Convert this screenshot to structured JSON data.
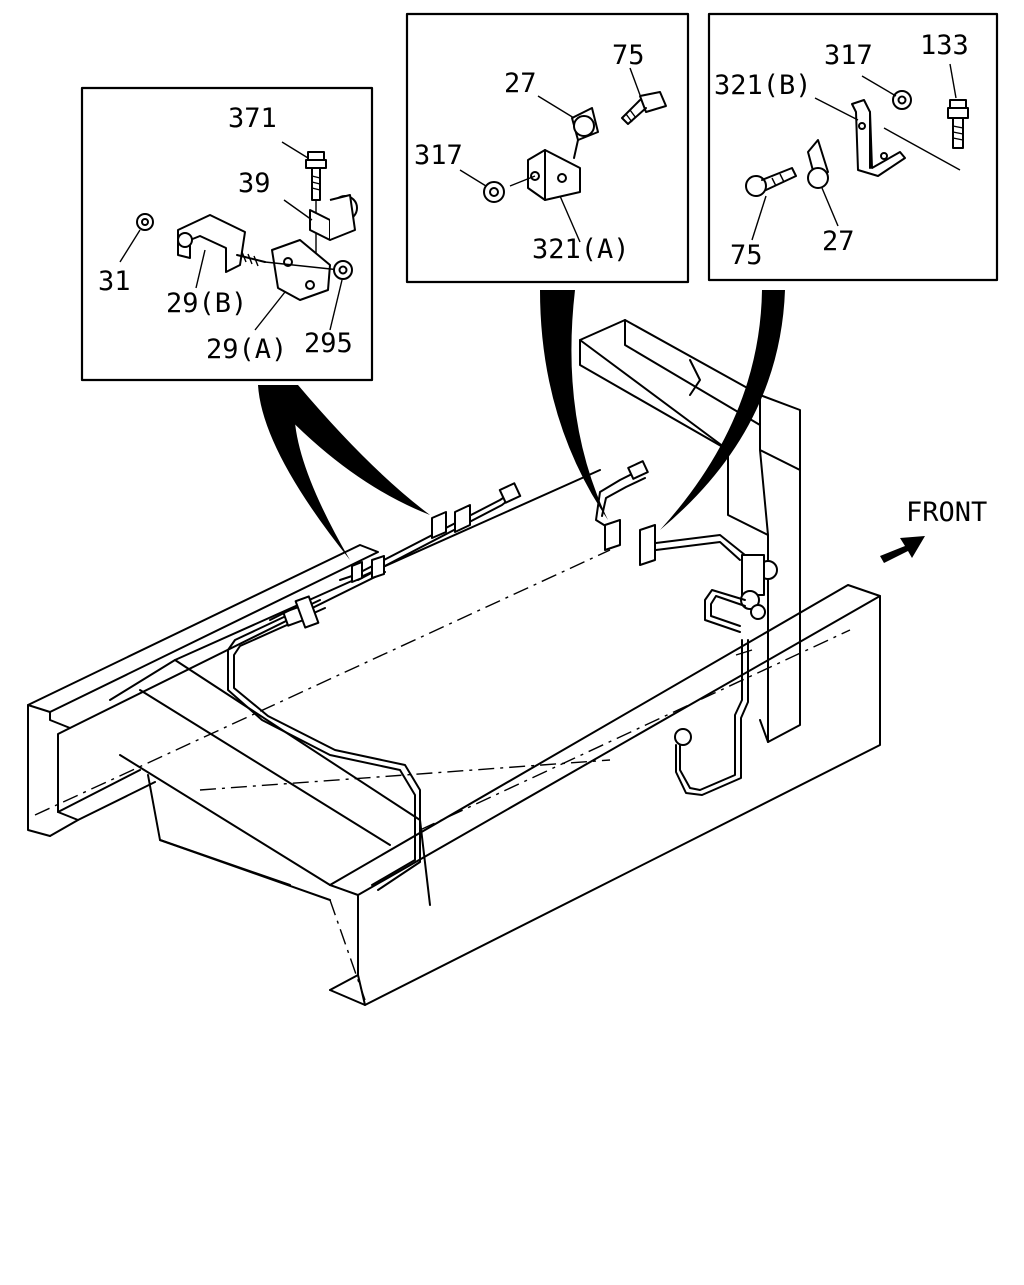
{
  "labels": {
    "b1_371": "371",
    "b1_39": "39",
    "b1_31": "31",
    "b1_29b": "29(B)",
    "b1_29a": "29(A)",
    "b1_295": "295",
    "b2_75": "75",
    "b2_27": "27",
    "b2_317": "317",
    "b2_321a": "321(A)",
    "b3_317": "317",
    "b3_133": "133",
    "b3_321b": "321(B)",
    "b3_75": "75",
    "b3_27": "27",
    "front": "FRONT"
  }
}
